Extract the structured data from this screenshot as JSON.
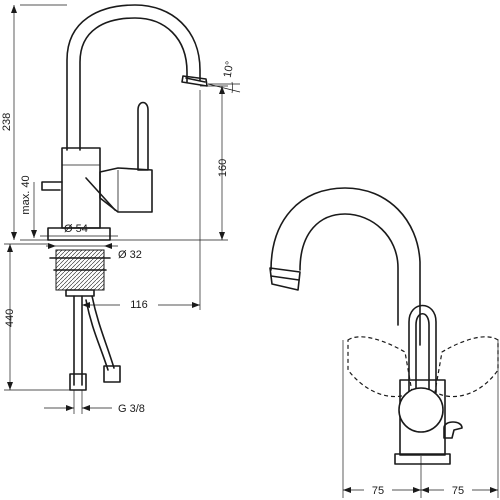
{
  "dimensions": {
    "height_total": "238",
    "spout_height": "160",
    "max_projection": "max. 40",
    "base_diameter": "Ø 54",
    "mount_diameter": "Ø 32",
    "spout_reach": "116",
    "hose_length": "440",
    "connection_thread": "G 3/8",
    "spout_angle": "10°",
    "handle_swing_left": "75",
    "handle_swing_right": "75"
  }
}
